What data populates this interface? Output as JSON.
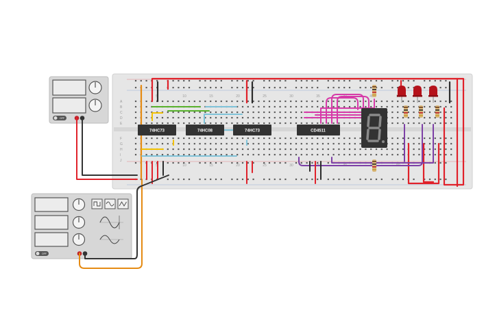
{
  "breadboard": {
    "column_numbers": [
      "5",
      "10",
      "15",
      "20",
      "25",
      "30",
      "35",
      "40",
      "45",
      "50"
    ],
    "row_letters_top": [
      "A",
      "B",
      "C",
      "D",
      "E"
    ],
    "row_letters_bottom": [
      "F",
      "G",
      "H",
      "I",
      "J"
    ]
  },
  "chips": [
    {
      "name": "chip-74hc73-1",
      "label": "74HC73"
    },
    {
      "name": "chip-74hc08",
      "label": "74HC08"
    },
    {
      "name": "chip-74hc73-2",
      "label": "74HC73"
    },
    {
      "name": "chip-cd4511",
      "label": "CD4511"
    }
  ],
  "display": {
    "digit": "8."
  },
  "power_supply": {
    "off_label": "OFF"
  },
  "function_generator": {
    "off_label": "OFF"
  },
  "colors": {
    "wire_red": "#e0212a",
    "wire_black": "#2b2b2b",
    "wire_orange": "#e58a12",
    "wire_green": "#58b12c",
    "wire_blue": "#7fc3d9",
    "wire_yellow": "#f2c100",
    "wire_magenta": "#d63aa8",
    "wire_purple": "#7d3fa6",
    "led_red": "#b5121b",
    "chip_body": "#333333",
    "breadboard": "#e6e6e6",
    "device_body": "#d7d7d7"
  }
}
